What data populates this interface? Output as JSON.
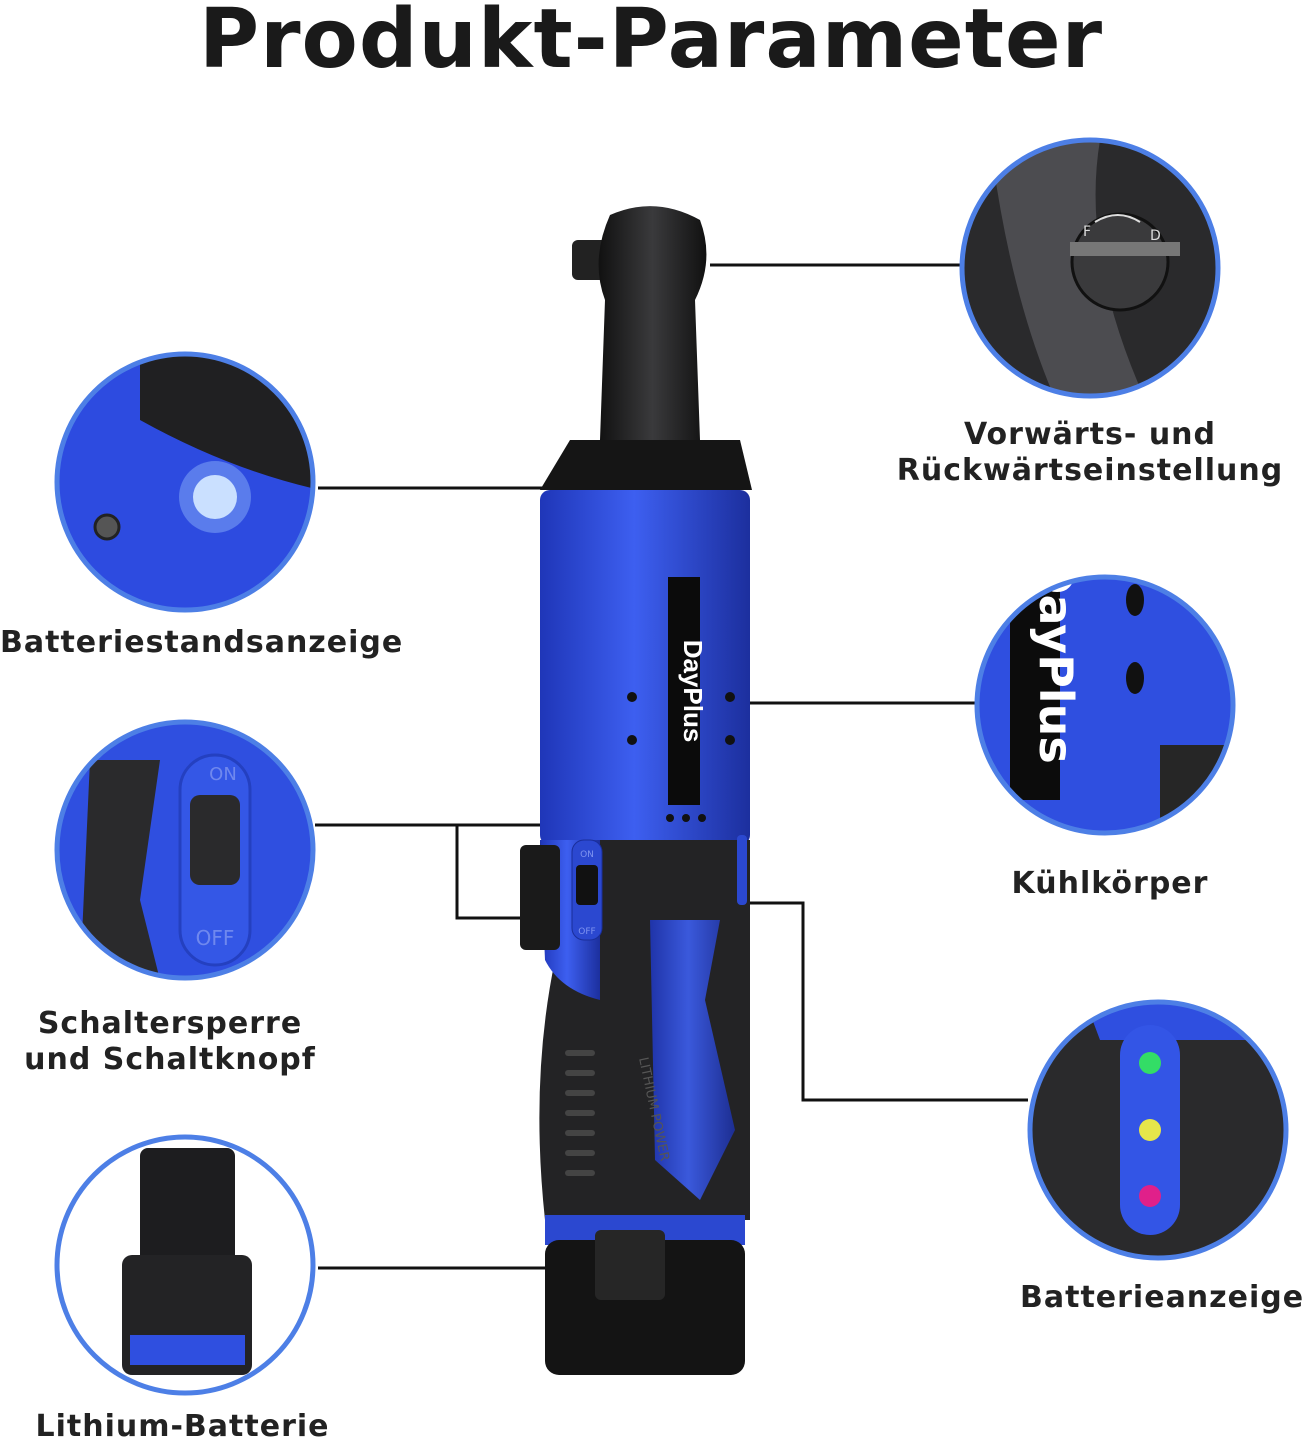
{
  "title": "Produkt-Parameter",
  "brand": "DayPlus",
  "callouts": {
    "direction": {
      "line1": "Vorwärts- und",
      "line2": "Rückwärtseinstellung",
      "mark_f": "F",
      "mark_d": "D"
    },
    "battery_level": {
      "label": "Batteriestandsanzeige"
    },
    "cooling": {
      "label": "Kühlkörper"
    },
    "switch": {
      "line1": "Schaltersperre",
      "line2": "und Schaltknopf",
      "on": "ON",
      "off": "OFF"
    },
    "battery_indicator": {
      "label": "Batterieanzeige"
    },
    "battery": {
      "label": "Lithium-Batterie"
    }
  },
  "tool": {
    "handle_text": "LITHIUM POWER",
    "on": "ON",
    "off": "OFF"
  },
  "colors": {
    "blue": "#2f4fd8",
    "ring": "#4d7fe6",
    "dark": "#1d1d1f"
  }
}
